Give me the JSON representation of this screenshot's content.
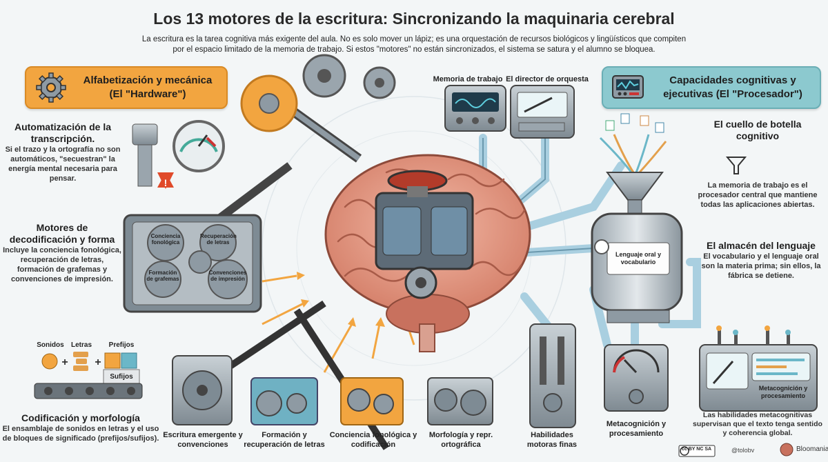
{
  "title": "Los 13 motores de la escritura: Sincronizando la maquinaria cerebral",
  "intro": "La escritura es la tarea cognitiva más exigente del aula. No es solo mover un lápiz; es una orquestación de recursos biológicos y lingüísticos que compiten por el espacio limitado de la memoria de trabajo. Si estos \"motores\" no están sincronizados, el sistema se satura y el alumno se bloquea.",
  "left_banner": {
    "line1": "Alfabetización y mecánica",
    "line2": "(El \"Hardware\")",
    "icon": "gear-icon"
  },
  "right_banner": {
    "line1": "Capacidades cognitivas y",
    "line2": "ejecutivas (El \"Procesador\")",
    "icon": "monitor-icon"
  },
  "left_sections": [
    {
      "heading": "Automatización de la transcripción.",
      "body": "Si el trazo y la ortografía no son automáticos, \"secuestran\" la energía mental necesaria para pensar."
    },
    {
      "heading": "Motores de decodificación y forma",
      "body": "Incluye la conciencia fonológica, recuperación de letras, formación de grafemas y convenciones de impresión."
    },
    {
      "heading": "Codificación y morfología",
      "body": "El ensamblaje de sonidos en letras y el uso de bloques de significado (prefijos/sufijos)."
    }
  ],
  "right_sections": [
    {
      "heading": "El cuello de botella cognitivo",
      "body": "La memoria de trabajo es el procesador central que mantiene todas las aplicaciones abiertas."
    },
    {
      "heading": "El almacén del lenguaje",
      "body": "El vocabulario y el lenguaje oral son la materia prima; sin ellos, la fábrica se detiene."
    },
    {
      "heading": "",
      "body": "Las habilidades metacognitivas supervisan que el texto tenga sentido y coherencia global."
    }
  ],
  "gearbox_labels": [
    "Conciencia fonológica",
    "Recuperación de letras",
    "Formación de grafemas",
    "Convenciones de impresión"
  ],
  "morph_labels": {
    "sonidos": "Sonidos",
    "letras": "Letras",
    "prefijos": "Prefijos",
    "sufijos": "Sufijos"
  },
  "top_machines": {
    "memory": "Memoria de trabajo",
    "director": "El director de orquesta"
  },
  "tank_label": "Lenguaje oral y vocabulario",
  "meta_panel_label": "Metacognición y procesamiento",
  "bottom_labels": [
    "Escritura emergente y convenciones",
    "Formación y recuperación de letras",
    "Conciencia fonológica y codificación",
    "Morfología y repr. ortográfica",
    "Habilidades motoras finas",
    "Metacognición y procesamiento"
  ],
  "footer": {
    "handle": "@tolobv",
    "site": "Bloomania.es",
    "license": "cc BY NC SA"
  },
  "colors": {
    "orange": "#f2a540",
    "teal": "#8cc9cf",
    "pipe": "#a9cfe0",
    "brain": "#e8a48e",
    "metal": "#8e9aa3"
  }
}
